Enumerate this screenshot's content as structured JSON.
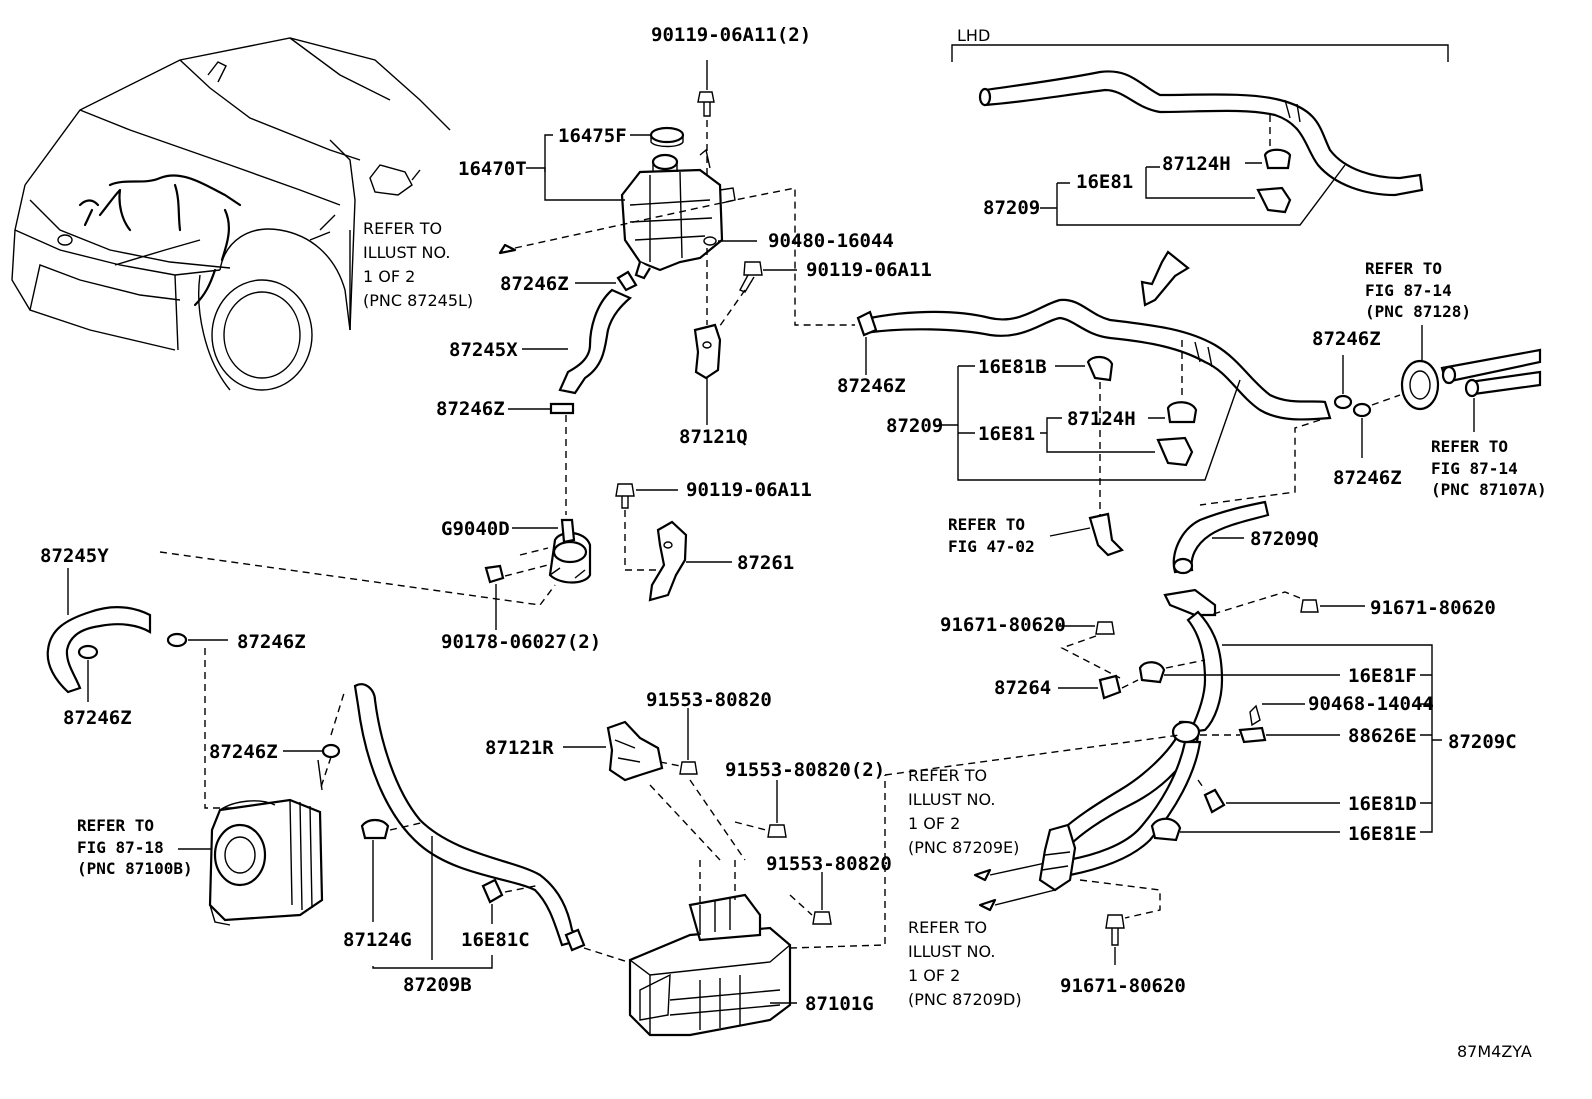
{
  "labels": {
    "p_90119_06A11_2": "90119-06A11(2)",
    "p_16475F": "16475F",
    "p_16470T": "16470T",
    "p_90480_16044": "90480-16044",
    "p_90119_06A11_a": "90119-06A11",
    "p_87246Z_a": "87246Z",
    "p_87245X": "87245X",
    "p_87246Z_b": "87246Z",
    "p_87121Q": "87121Q",
    "p_90119_06A11_b": "90119-06A11",
    "p_G9040D": "G9040D",
    "p_87261": "87261",
    "p_90178_06027_2": "90178-06027(2)",
    "p_87245Y": "87245Y",
    "p_87246Z_c": "87246Z",
    "p_87246Z_d": "87246Z",
    "p_87246Z_e": "87246Z",
    "p_87124G": "87124G",
    "p_16E81C": "16E81C",
    "p_87209B": "87209B",
    "p_87121R": "87121R",
    "p_91553_80820_a": "91553-80820",
    "p_91553_80820_2": "91553-80820(2)",
    "p_91553_80820_b": "91553-80820",
    "p_87101G": "87101G",
    "p_LHD": "LHD",
    "p_87124H_a": "87124H",
    "p_16E81_a": "16E81",
    "p_87209_a": "87209",
    "p_87246Z_f": "87246Z",
    "p_16E81B": "16E81B",
    "p_87209_b": "87209",
    "p_87124H_b": "87124H",
    "p_16E81_b": "16E81",
    "p_87246Z_g": "87246Z",
    "p_87246Z_h": "87246Z",
    "p_87209Q": "87209Q",
    "p_91671_80620_a": "91671-80620",
    "p_91671_80620_b": "91671-80620",
    "p_87264": "87264",
    "p_16E81F": "16E81F",
    "p_90468_14044": "90468-14044",
    "p_88626E": "88626E",
    "p_87209C": "87209C",
    "p_16E81D": "16E81D",
    "p_16E81E": "16E81E",
    "p_91671_80620_c": "91671-80620",
    "p_diagram_code": "87M4ZYA"
  },
  "refs": {
    "r1_l1": "REFER TO",
    "r1_l2": "ILLUST NO.",
    "r1_l3": "1 OF 2",
    "r1_l4": "(PNC 87245L)",
    "r2_l1": "REFER TO",
    "r2_l2": "FIG 87-14",
    "r2_l3": "(PNC 87128)",
    "r3_l1": "REFER TO",
    "r3_l2": "FIG 87-14",
    "r3_l3": "(PNC 87107A)",
    "r4_l1": "REFER TO",
    "r4_l2": "FIG 47-02",
    "r5_l1": "REFER TO",
    "r5_l2": "FIG 87-18",
    "r5_l3": "(PNC 87100B)",
    "r6_l1": "REFER TO",
    "r6_l2": "ILLUST NO.",
    "r6_l3": "1 OF 2",
    "r6_l4": "(PNC 87209E)",
    "r7_l1": "REFER TO",
    "r7_l2": "ILLUST NO.",
    "r7_l3": "1 OF 2",
    "r7_l4": "(PNC 87209D)"
  }
}
